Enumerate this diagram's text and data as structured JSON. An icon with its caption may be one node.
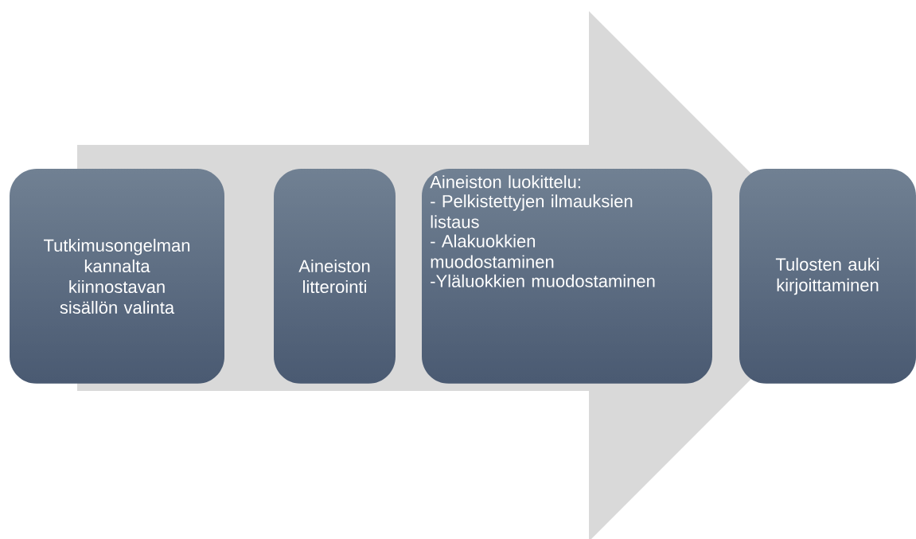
{
  "diagram": {
    "nodes": [
      {
        "text": [
          "Tutkimusongelman kannalta kiinnostavan sisällön valinta"
        ]
      },
      {
        "text": [
          "Aineiston litterointi"
        ]
      },
      {
        "text": [
          "Aineiston luokittelu:",
          "- Pelkistettyjen ilmauksien listaus",
          "- Alakuokkien muodostaminen",
          "-Yläluokkien muodostaminen"
        ]
      },
      {
        "text": [
          "Tulosten auki kirjoittaminen"
        ]
      }
    ],
    "edges": [
      {
        "from": 0,
        "to": 3,
        "arrow": "to"
      }
    ]
  }
}
